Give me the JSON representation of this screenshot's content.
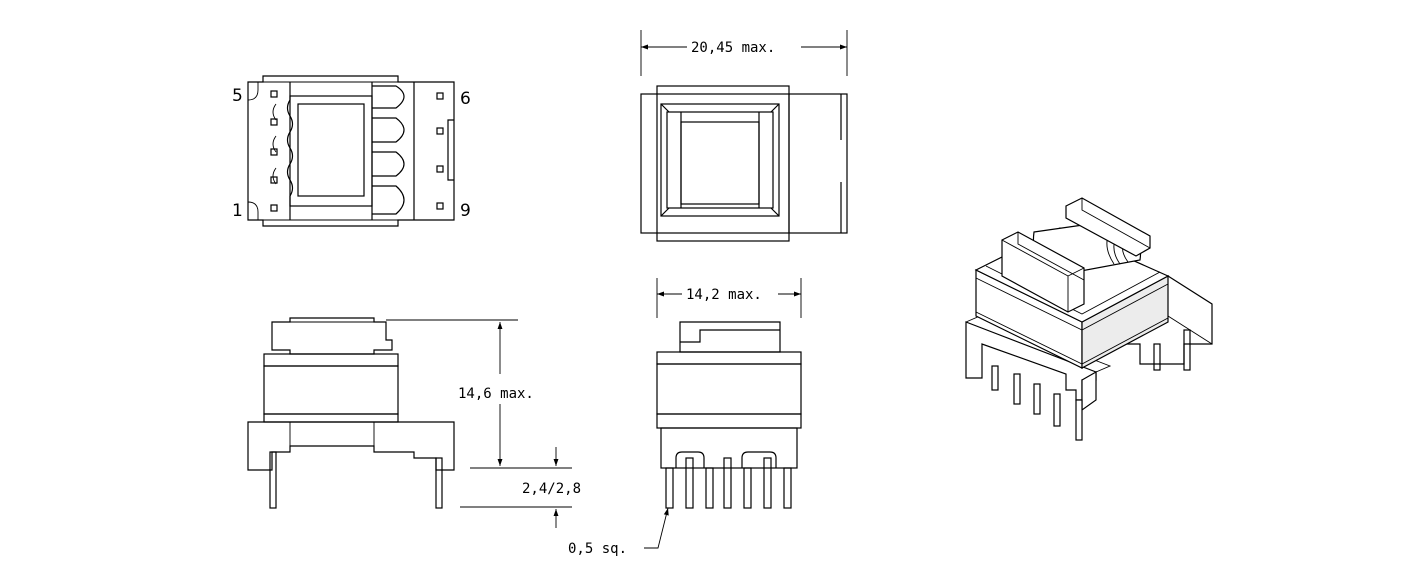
{
  "pin_labels": {
    "top_left": "5",
    "bottom_left": "1",
    "top_right": "6",
    "bottom_right": "9"
  },
  "dimensions": {
    "length": "20,45 max.",
    "width": "14,2 max.",
    "height": "14,6 max.",
    "pin_length": "2,4/2,8",
    "pin_size": "0,5 sq."
  },
  "colors": {
    "line": "#000000",
    "background": "#ffffff",
    "shade": "#ececec"
  }
}
